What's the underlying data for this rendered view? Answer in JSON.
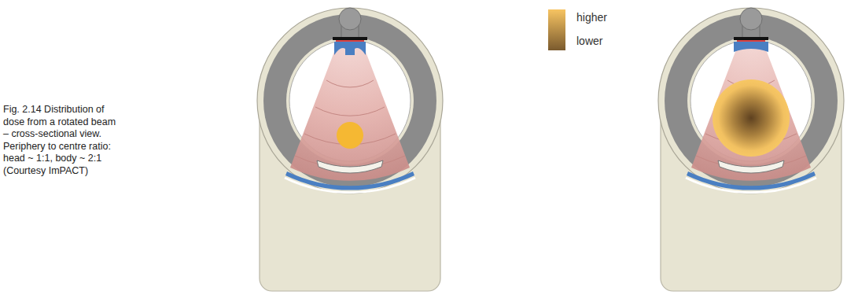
{
  "diagram": {
    "caption": "Fig. 2.14 Distribution of dose from a rotated beam – cross-sectional view. Periphery to centre ratio: head ~ 1:1, body ~ 2:1 (Courtesy ImPACT)",
    "legend": [
      {
        "text": "higher",
        "color": "#f7c462"
      },
      {
        "text": "lower",
        "color": "#7a5a2e"
      }
    ]
  }
}
